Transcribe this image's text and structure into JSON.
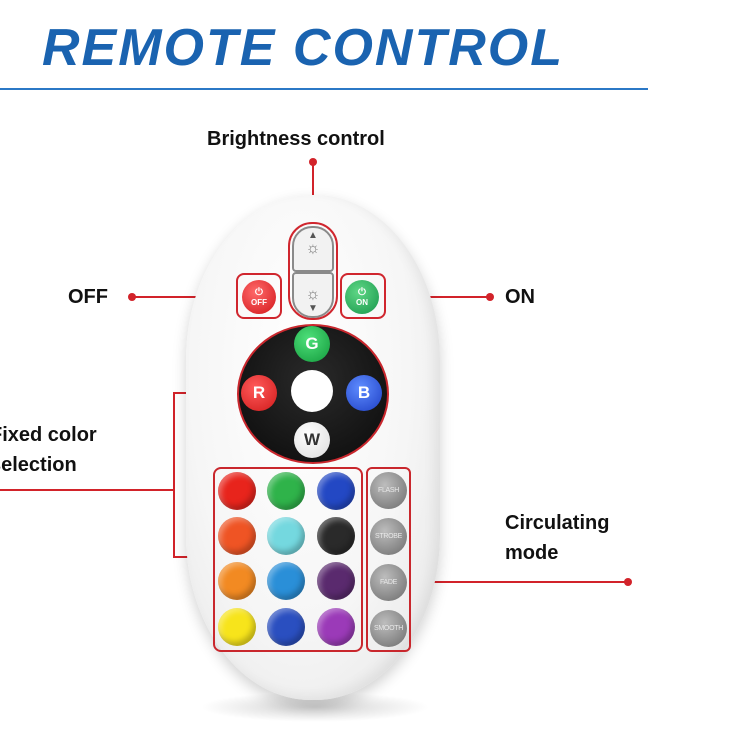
{
  "title": "REMOTE CONTROL",
  "labels": {
    "brightness": "Brightness control",
    "off": "OFF",
    "on": "ON",
    "fixed_color_line1": "Fixed color",
    "fixed_color_line2": "selection",
    "circulating_line1": "Circulating",
    "circulating_line2": "mode"
  },
  "buttons": {
    "off": "OFF",
    "on": "ON",
    "green": "G",
    "red": "R",
    "blue": "B",
    "white": "W",
    "flash": "FLASH",
    "strobe": "STROBE",
    "fade": "FADE",
    "smooth": "SMOOTH"
  },
  "colors": {
    "title": "#1a63b0",
    "accent_line": "#d2232a",
    "grid": [
      [
        "#e8241c",
        "#2fb34a",
        "#2348c4"
      ],
      [
        "#ef5424",
        "#74d8df",
        "#2a2a2a"
      ],
      [
        "#f28a22",
        "#2a8fd8",
        "#5a2a6e"
      ],
      [
        "#f7e41b",
        "#2a4fc0",
        "#9b3ab8"
      ]
    ]
  },
  "icons": {
    "brightness_up": "sun-arrow-up-icon",
    "brightness_down": "sun-arrow-down-icon",
    "power": "power-icon"
  }
}
